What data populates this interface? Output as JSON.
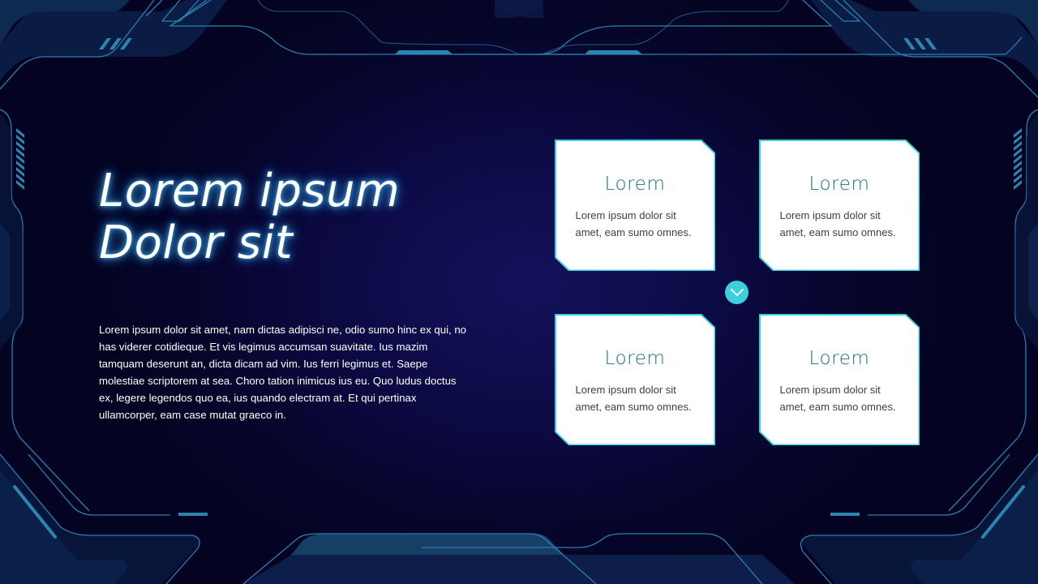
{
  "slide": {
    "title_lines": [
      "Lorem ipsum",
      "Dolor sit"
    ],
    "body": "Lorem ipsum dolor sit amet, nam dictas adipisci ne, odio sumo hinc ex qui, no has viderer cotidieque. Et vis legimus accumsan suavitate. Ius mazim tamquam deserunt an, dicta dicam ad vim. Ius ferri legimus et. Saepe molestiae scriptorem at sea. Choro tation inimicus ius eu. Quo ludus doctus ex, legere legendos quo ea, ius quando electram at. Et qui pertinax ullamcorper, eam case mutat graeco in.",
    "cards": [
      {
        "title": "Lorem",
        "text": "Lorem ipsum dolor sit amet, eam sumo omnes."
      },
      {
        "title": "Lorem",
        "text": "Lorem ipsum dolor sit amet, eam sumo omnes."
      },
      {
        "title": "Lorem",
        "text": "Lorem ipsum dolor sit amet, eam sumo omnes."
      },
      {
        "title": "Lorem",
        "text": "Lorem ipsum dolor sit amet, eam sumo omnes."
      }
    ],
    "center_icon": "chevron-down-icon"
  },
  "colors": {
    "background": "#07062e",
    "frame_line": "#2a7fb0",
    "frame_fill": "#0c2a52",
    "accent": "#3ccfdc",
    "card_title": "#1e6f7c",
    "card_text": "#3a3f4a",
    "title_glow": "#3aa0e0"
  }
}
